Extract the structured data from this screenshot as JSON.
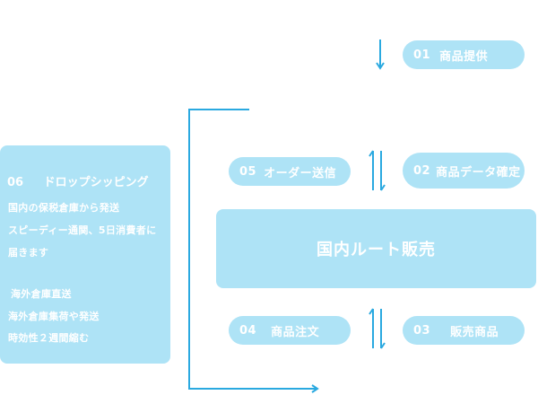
{
  "steps": {
    "s01": {
      "num": "01",
      "label": "商品提供"
    },
    "s02": {
      "num": "02",
      "label": "商品データ確定"
    },
    "s03": {
      "num": "03",
      "label": "販売商品"
    },
    "s04": {
      "num": "04",
      "label": "商品注文"
    },
    "s05": {
      "num": "05",
      "label": "オーダー送信"
    }
  },
  "center": {
    "label": "国内ルート販売"
  },
  "side": {
    "num": "06",
    "title": "ドロップシッピング",
    "lines": [
      "国内の保税倉庫から発送",
      "スピーディー通関、5日消費者に",
      "届きます",
      "海外倉庫直送",
      "海外倉庫集荷や発送",
      "時効性２週間縮む"
    ]
  },
  "colors": {
    "box": "#aee3f6",
    "line": "#2aa9e0",
    "text": "#ffffff"
  }
}
